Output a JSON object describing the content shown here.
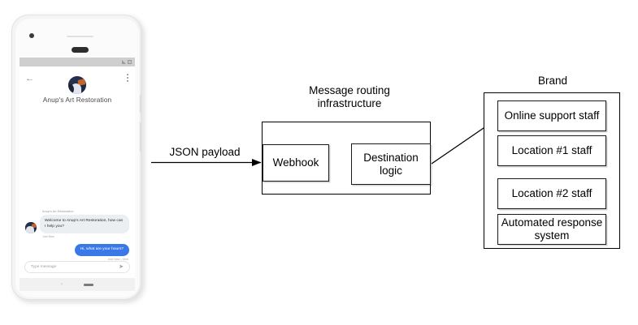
{
  "phone": {
    "status_bar": {
      "signal_icon": "signal-triangle-icon",
      "battery_icon": "battery-icon"
    },
    "app_header": {
      "back_icon": "back-arrow-icon",
      "menu_icon": "kebab-menu-icon",
      "avatar_icon": "business-avatar-image",
      "business_name": "Anup's Art Restoration"
    },
    "messages": [
      {
        "sender": "Anup's Art Restoration",
        "text": "Welcome to Anup's Art Restoration, how can I help you?",
        "time": "Just Now",
        "direction": "incoming"
      },
      {
        "text": "Hi, what are your hours?",
        "time": "Just Now • Sent",
        "direction": "outgoing"
      }
    ],
    "composer": {
      "placeholder": "Type message",
      "send_icon": "send-icon"
    },
    "nav_bar": {
      "back_icon": "nav-back-icon",
      "home_icon": "nav-home-pill-icon"
    }
  },
  "diagram": {
    "json_payload_label": "JSON payload",
    "infrastructure_title": "Message routing\ninfrastructure",
    "webhook_label": "Webhook",
    "destination_logic_label": "Destination\nlogic",
    "brand_title": "Brand",
    "brand_items": [
      "Online support\nstaff",
      "Location #1\nstaff",
      "Location #2\nstaff",
      "Automated\nresponse system"
    ]
  },
  "colors": {
    "outgoing_bubble": "#3b78e7",
    "incoming_bubble": "#eceff1",
    "diagram_stroke": "#000000",
    "phone_body": "#f4f4f4"
  }
}
